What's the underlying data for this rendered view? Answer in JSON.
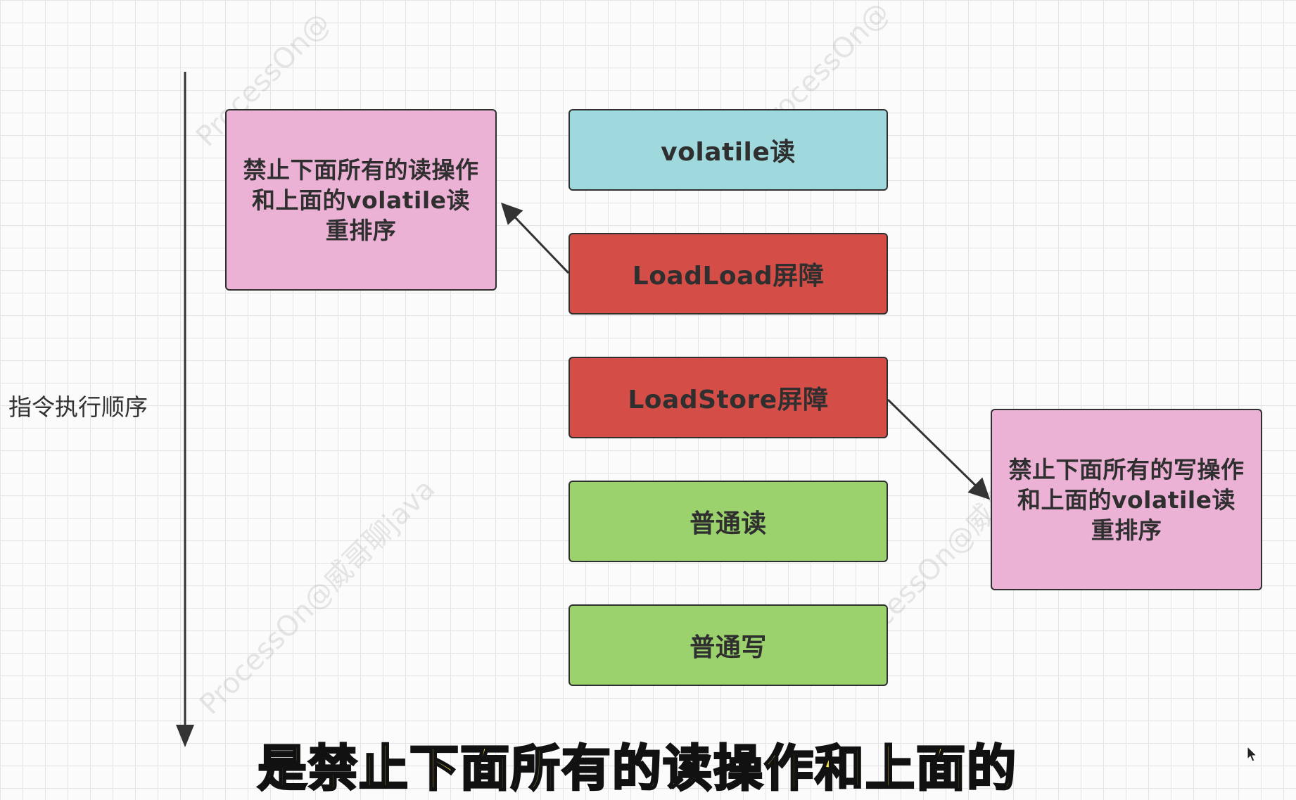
{
  "axis": {
    "label": "指令执行顺序"
  },
  "boxes": {
    "volatile_read": "volatile读",
    "loadload_barrier": "LoadLoad屏障",
    "loadstore_barrier": "LoadStore屏障",
    "normal_read": "普通读",
    "normal_write": "普通写"
  },
  "notes": {
    "loadload_note": "禁止下面所有的读操作和上面的volatile读重排序",
    "loadstore_note": "禁止下面所有的写操作和上面的volatile读重排序"
  },
  "watermarks": [
    "ProcessOn@",
    "ProcessOn@",
    "ProcessOn@威哥聊java",
    "ProcessOn@威哥聊java"
  ],
  "subtitle": "是禁止下面所有的读操作和上面的",
  "colors": {
    "volatile_read": "#9fd8dd",
    "barrier": "#d44e47",
    "normal": "#9bd26e",
    "note": "#ebb2d6",
    "subtitle": "#ffe84b"
  }
}
